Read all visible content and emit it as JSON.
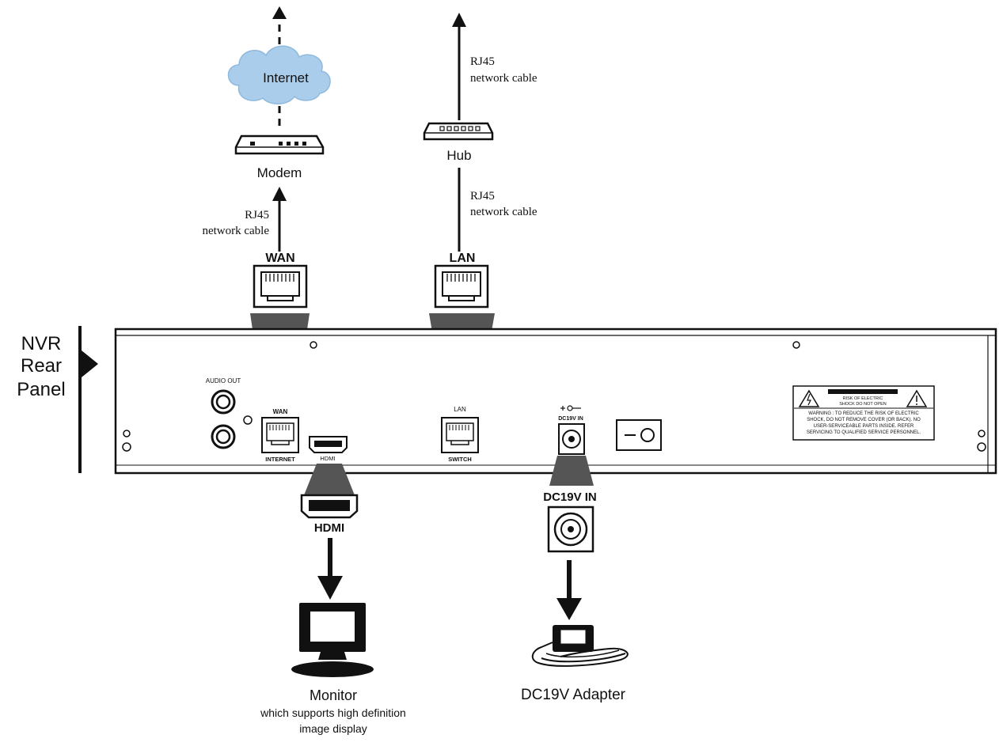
{
  "labels": {
    "internet": "Internet",
    "modem": "Modem",
    "hub": "Hub",
    "rj45_wan_1": "RJ45",
    "rj45_wan_2": "network cable",
    "rj45_hub_top_1": "RJ45",
    "rj45_hub_top_2": "network cable",
    "rj45_lan_1": "RJ45",
    "rj45_lan_2": "network cable",
    "wan_port": "WAN",
    "lan_port": "LAN",
    "nvr_line1": "NVR",
    "nvr_line2": "Rear",
    "nvr_line3": "Panel",
    "audio_out": "AUDIO OUT",
    "panel_wan": "WAN",
    "panel_internet": "INTERNET",
    "panel_hdmi": "HDMI",
    "panel_lan": "LAN",
    "panel_switch": "SWITCH",
    "panel_dc": "DC19V IN",
    "warning_top1": "RISK OF ELECTRIC",
    "warning_top2": "SHOCK DO NOT OPEN",
    "warning_l1": "WARNING : TO REDUCE THE RISK OF ELECTRIC",
    "warning_l2": "SHOCK, DO NOT REMOVE COVER (OR BACK). NO",
    "warning_l3": "USER-SERVICEABLE PARTS INSIDE. REFER",
    "warning_l4": "SERVICING TO QUALIFIED SERVICE PERSONNEL.",
    "hdmi": "HDMI",
    "dc19v_in": "DC19V IN",
    "monitor": "Monitor",
    "monitor_desc1": "which supports high definition",
    "monitor_desc2": "image display",
    "adapter": "DC19V Adapter"
  },
  "colors": {
    "ink": "#111111",
    "cloud": "#a9cdea",
    "cable_gray": "#555555",
    "panel_fill": "#ffffff"
  }
}
